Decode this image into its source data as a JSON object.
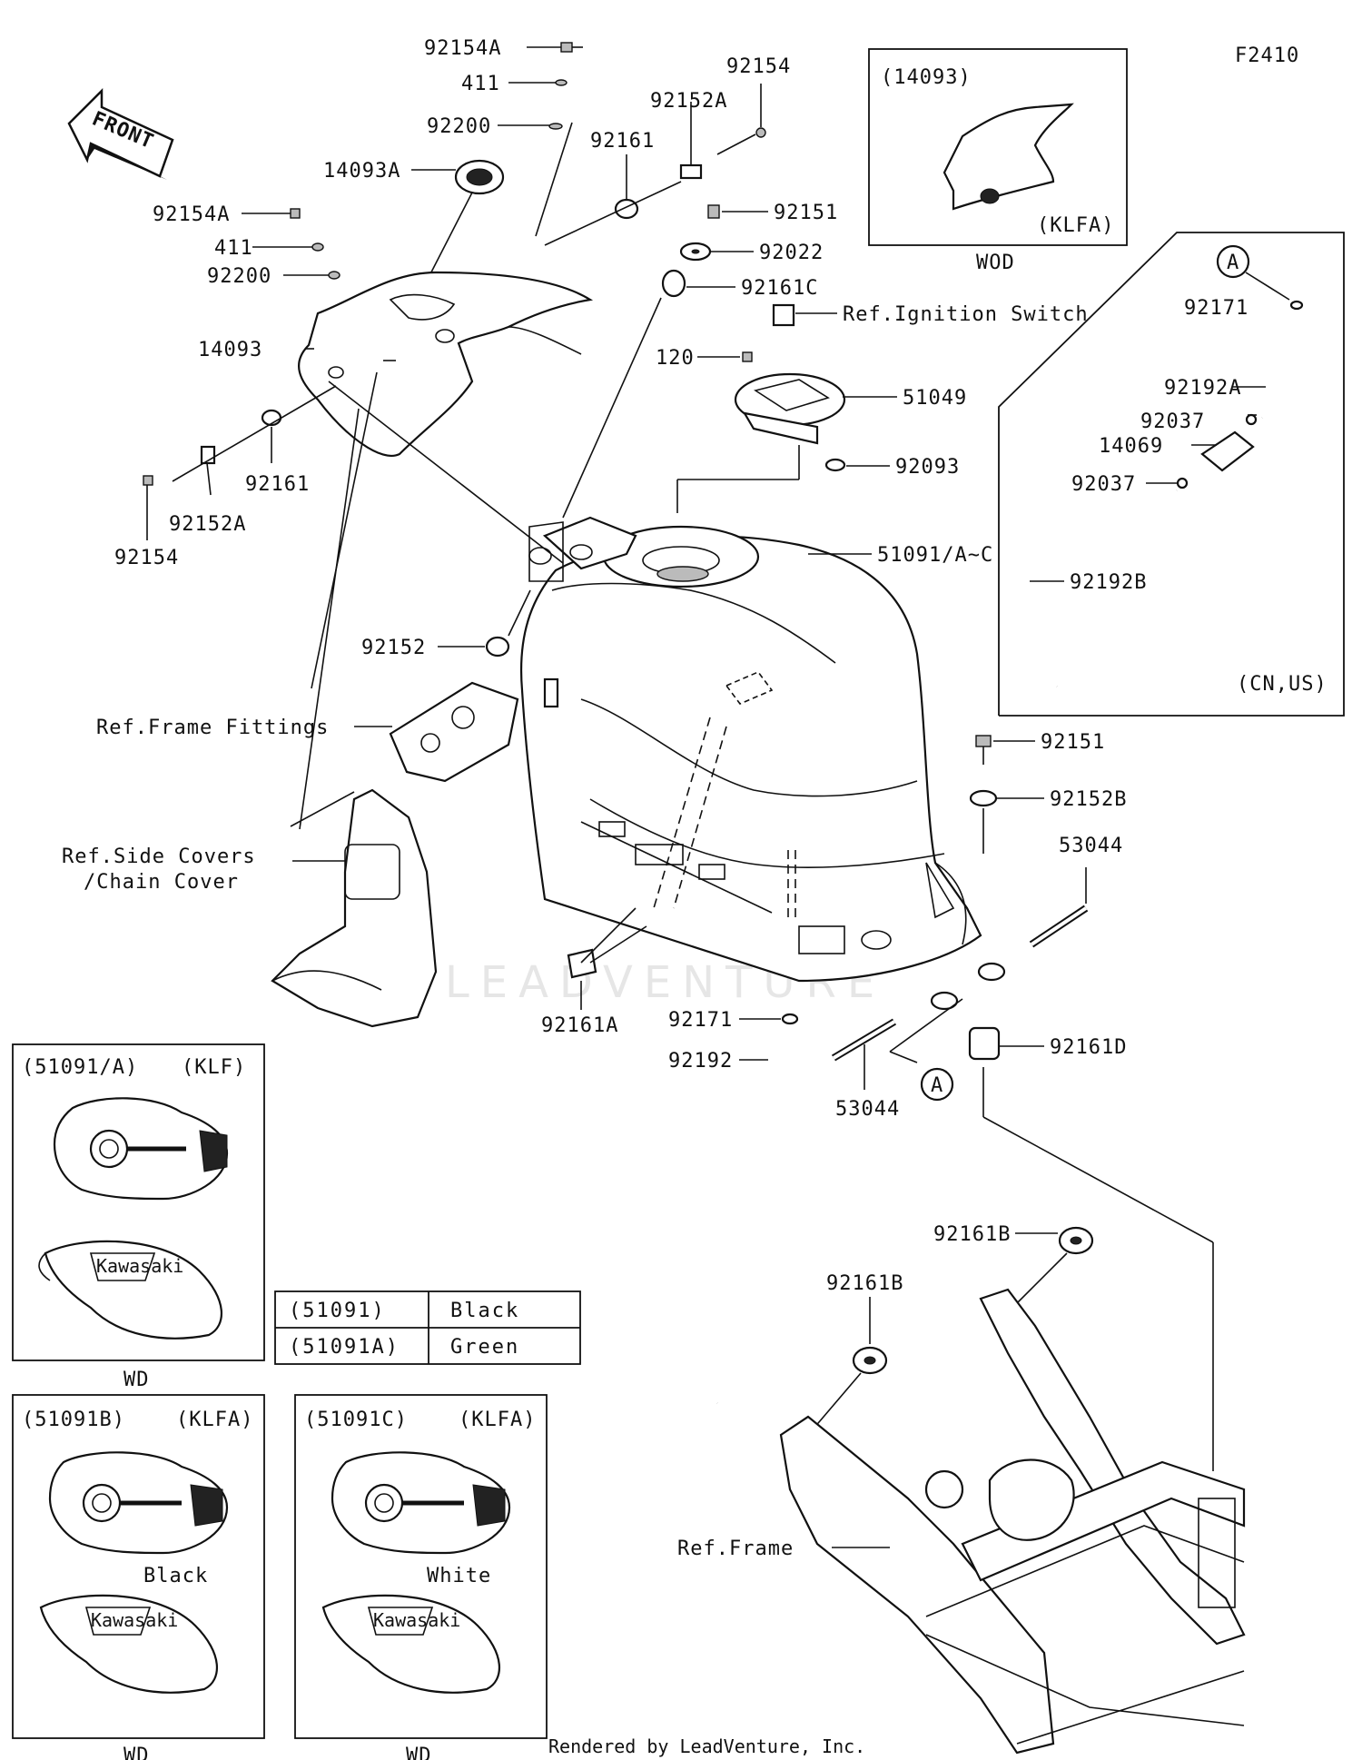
{
  "figure_id": "F2410",
  "footer": "Rendered by LeadVenture, Inc.",
  "watermark": "LEADVENTURE",
  "front_arrow": "FRONT",
  "callouts": [
    {
      "id": "c01",
      "text": "92154A"
    },
    {
      "id": "c02",
      "text": "411"
    },
    {
      "id": "c03",
      "text": "92200"
    },
    {
      "id": "c04",
      "text": "14093A"
    },
    {
      "id": "c05",
      "text": "92154A"
    },
    {
      "id": "c06",
      "text": "411"
    },
    {
      "id": "c07",
      "text": "92200"
    },
    {
      "id": "c08",
      "text": "14093"
    },
    {
      "id": "c09",
      "text": "92161"
    },
    {
      "id": "c10",
      "text": "92152A"
    },
    {
      "id": "c11",
      "text": "92154"
    },
    {
      "id": "c12",
      "text": "92161"
    },
    {
      "id": "c13",
      "text": "92152A"
    },
    {
      "id": "c14",
      "text": "92154"
    },
    {
      "id": "c15",
      "text": "92151"
    },
    {
      "id": "c16",
      "text": "92022"
    },
    {
      "id": "c17",
      "text": "92161C"
    },
    {
      "id": "c18",
      "text": "Ref.Ignition Switch"
    },
    {
      "id": "c19",
      "text": "120"
    },
    {
      "id": "c20",
      "text": "51049"
    },
    {
      "id": "c21",
      "text": "92093"
    },
    {
      "id": "c22",
      "text": "51091/A~C"
    },
    {
      "id": "c23",
      "text": "92152"
    },
    {
      "id": "c24",
      "text": "Ref.Frame Fittings"
    },
    {
      "id": "c25",
      "text": "Ref.Side Covers"
    },
    {
      "id": "c26",
      "text": "/Chain Cover"
    },
    {
      "id": "c27",
      "text": "92161A"
    },
    {
      "id": "c28",
      "text": "92171"
    },
    {
      "id": "c29",
      "text": "92192"
    },
    {
      "id": "c30",
      "text": "53044"
    },
    {
      "id": "c31",
      "text": "53044"
    },
    {
      "id": "c32",
      "text": "92151"
    },
    {
      "id": "c33",
      "text": "92152B"
    },
    {
      "id": "c34",
      "text": "92161D"
    },
    {
      "id": "c35",
      "text": "92161B"
    },
    {
      "id": "c36",
      "text": "92161B"
    },
    {
      "id": "c37",
      "text": "Ref.Frame"
    },
    {
      "id": "c38",
      "text": "92171"
    },
    {
      "id": "c39",
      "text": "92192A"
    },
    {
      "id": "c40",
      "text": "92037"
    },
    {
      "id": "c41",
      "text": "14069"
    },
    {
      "id": "c42",
      "text": "92037"
    },
    {
      "id": "c43",
      "text": "92192B"
    }
  ],
  "ref_markers": [
    {
      "id": "m1",
      "text": "A"
    },
    {
      "id": "m2",
      "text": "A"
    }
  ],
  "insets": {
    "wod": {
      "header": "(14093)",
      "variant": "(KLFA)",
      "caption": "WOD"
    },
    "cnus": {
      "region": "(CN,US)"
    },
    "tank_a": {
      "header": "(51091/A)",
      "variant": "(KLF)",
      "caption": "WD"
    },
    "tank_b": {
      "header": "(51091B)",
      "variant": "(KLFA)",
      "color_label": "Black",
      "caption": "WD"
    },
    "tank_c": {
      "header": "(51091C)",
      "variant": "(KLFA)",
      "color_label": "White",
      "caption": "WD"
    }
  },
  "color_table": {
    "rows": [
      {
        "part": "(51091)",
        "color": "Black"
      },
      {
        "part": "(51091A)",
        "color": "Green"
      }
    ]
  },
  "badge_text": "Kawasaki"
}
